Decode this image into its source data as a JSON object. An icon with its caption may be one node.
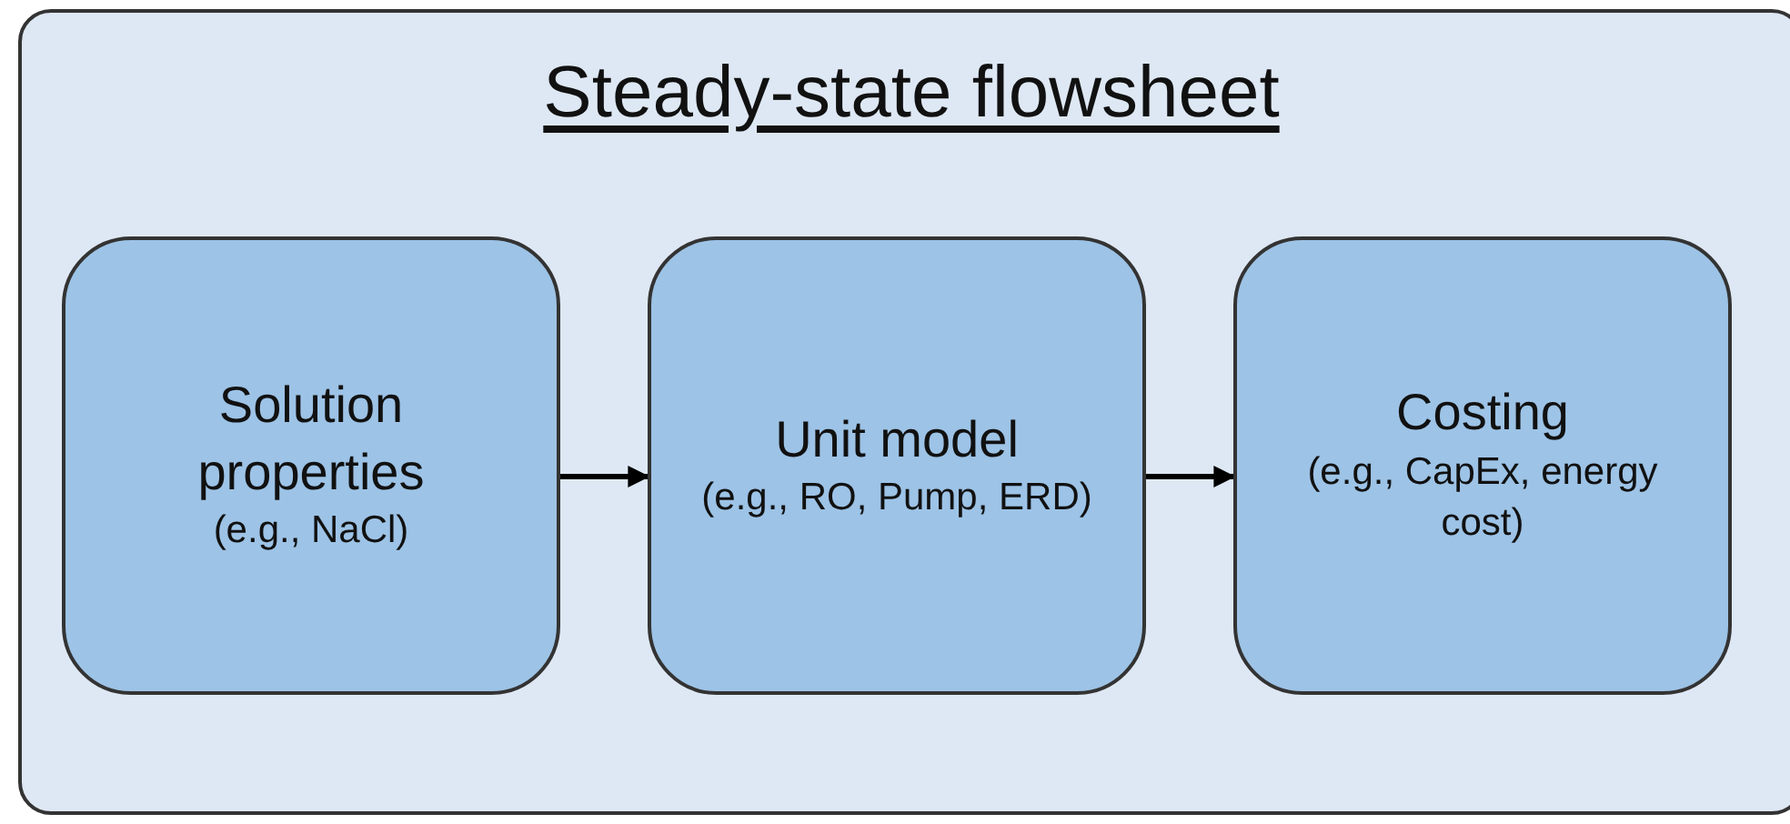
{
  "diagram": {
    "nodes": [
      {
        "text": [
          "Steady-state flowsheet"
        ]
      },
      {
        "text": [
          "Solution properties",
          "(e.g., NaCl)"
        ],
        "in": 0
      },
      {
        "text": [
          "Unit model",
          "(e.g., RO, Pump, ERD)"
        ],
        "in": 0
      },
      {
        "text": [
          "Costing",
          "(e.g., CapEx, energy cost)"
        ],
        "in": 0
      }
    ],
    "edges": [
      {
        "from": 1,
        "to": 2,
        "arrow": "to"
      },
      {
        "from": 2,
        "to": 3,
        "arrow": "to"
      }
    ]
  }
}
